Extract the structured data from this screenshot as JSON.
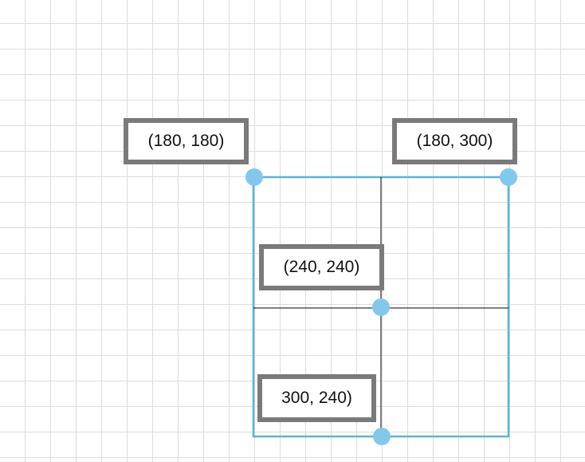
{
  "diagram": {
    "labels": [
      {
        "id": "top-left",
        "text": "(180, 180)"
      },
      {
        "id": "top-right",
        "text": "(180, 300)"
      },
      {
        "id": "center",
        "text": "(240, 240)"
      },
      {
        "id": "bottom-center",
        "text": "300, 240)"
      }
    ],
    "colors": {
      "grid": "#dcdcdc",
      "square_outline": "#5ab4d6",
      "cross_lines": "#000000",
      "points": "#82c8ec",
      "label_border": "#7a7a7a",
      "label_text": "#111111"
    }
  }
}
